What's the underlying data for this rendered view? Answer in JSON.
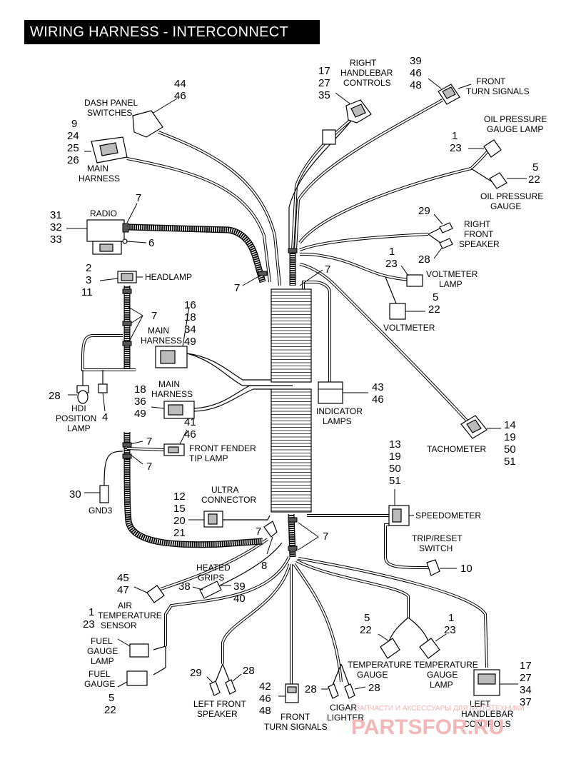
{
  "title": "WIRING HARNESS - INTERCONNECT",
  "labels": {
    "dash_panel_switches": [
      "DASH PANEL",
      "SWITCHES"
    ],
    "main_harness_top": [
      "MAIN",
      "HARNESS"
    ],
    "radio": "RADIO",
    "headlamp": "HEADLAMP",
    "main_harness_mid": [
      "MAIN",
      "HARNESS"
    ],
    "main_harness_low": [
      "MAIN",
      "HARNESS"
    ],
    "hdi_position_lamp": [
      "HDI",
      "POSITION",
      "LAMP"
    ],
    "front_fender_tip_lamp": [
      "FRONT FENDER",
      "TIP LAMP"
    ],
    "gnd3": "GND3",
    "ultra_connector": [
      "ULTRA",
      "CONNECTOR"
    ],
    "heated_grips": [
      "HEATED",
      "GRIPS"
    ],
    "air_temp_sensor": [
      "AIR",
      "TEMPERATURE",
      "SENSOR"
    ],
    "fuel_gauge_lamp": [
      "FUEL",
      "GAUGE",
      "LAMP"
    ],
    "fuel_gauge": [
      "FUEL",
      "GAUGE"
    ],
    "left_front_speaker": [
      "LEFT FRONT",
      "SPEAKER"
    ],
    "front_turn_signals_bottom": [
      "FRONT",
      "TURN SIGNALS"
    ],
    "cigar_lighter": [
      "CIGAR",
      "LIGHTER"
    ],
    "temperature_gauge": [
      "TEMPERATURE",
      "GAUGE"
    ],
    "temperature_gauge_lamp": [
      "TEMPERATURE",
      "GAUGE",
      "LAMP"
    ],
    "left_handlebar_controls": [
      "LEFT",
      "HANDLEBAR",
      "CONTROLS"
    ],
    "right_handlebar_controls": [
      "RIGHT",
      "HANDLEBAR",
      "CONTROLS"
    ],
    "front_turn_signals_top": [
      "FRONT",
      "TURN SIGNALS"
    ],
    "oil_pressure_gauge_lamp": [
      "OIL PRESSURE",
      "GAUGE LAMP"
    ],
    "oil_pressure_gauge": [
      "OIL PRESSURE",
      "GAUGE"
    ],
    "right_front_speaker": [
      "RIGHT",
      "FRONT",
      "SPEAKER"
    ],
    "voltmeter_lamp": [
      "VOLTMETER",
      "LAMP"
    ],
    "voltmeter": "VOLTMETER",
    "indicator_lamps": [
      "INDICATOR",
      "LAMPS"
    ],
    "tachometer": "TACHOMETER",
    "speedometer": "SPEEDOMETER",
    "trip_reset_switch": [
      "TRIP/RESET",
      "SWITCH"
    ]
  },
  "callouts": {
    "dash_panel": [
      "44",
      "46"
    ],
    "main_harness_top": [
      "9",
      "24",
      "25",
      "26"
    ],
    "radio": [
      "31",
      "32",
      "33"
    ],
    "radio_tie": "7",
    "radio_screw": "6",
    "headlamp": [
      "2",
      "3",
      "11"
    ],
    "headlamp_ties": "7",
    "main_harness_mid": [
      "16",
      "18",
      "34",
      "49"
    ],
    "main_harness_low": [
      "18",
      "36",
      "49"
    ],
    "hdi_lamp": "28",
    "hdi_socket": "4",
    "fender_lamp": [
      "41",
      "46"
    ],
    "fender_tie_upper": "7",
    "fender_tie_lower": "7",
    "gnd3": "30",
    "ultra_connector": [
      "12",
      "15",
      "20",
      "21"
    ],
    "ultra_tie": "7",
    "ultra_clip": "8",
    "heated_grips_left": "38",
    "heated_grips_right": [
      "39",
      "40"
    ],
    "air_temp": [
      "45",
      "47"
    ],
    "fuel_gauge_lamp": [
      "1",
      "23"
    ],
    "fuel_gauge": [
      "5",
      "22"
    ],
    "left_speaker_a": "29",
    "left_speaker_b": "28",
    "turn_signals_bottom": [
      "42",
      "46",
      "48"
    ],
    "cigar_a": "28",
    "cigar_b": "28",
    "temp_gauge": [
      "5",
      "22"
    ],
    "temp_gauge_lamp": [
      "1",
      "23"
    ],
    "left_handlebar": [
      "17",
      "27",
      "34",
      "37"
    ],
    "lower_ties": "7",
    "right_handlebar": [
      "17",
      "27",
      "35"
    ],
    "turn_signals_top": [
      "39",
      "46",
      "48"
    ],
    "oil_lamp": [
      "1",
      "23"
    ],
    "oil_gauge": [
      "5",
      "22"
    ],
    "right_speaker_a": "29",
    "right_speaker_b": "28",
    "voltmeter_lamp": [
      "1",
      "23"
    ],
    "voltmeter": [
      "5",
      "22"
    ],
    "upper_tie_left": "7",
    "upper_tie_right": "7",
    "indicator_lamps": [
      "43",
      "46"
    ],
    "tachometer": [
      "14",
      "19",
      "50",
      "51"
    ],
    "speedometer": [
      "13",
      "19",
      "50",
      "51"
    ],
    "trip_reset": "10"
  },
  "watermark": {
    "line1": "ЗАПЧАСТИ И АКСЕССУАРЫ ДЛЯ МОТОТЕХНИКИ",
    "line2": "PARTSFOR.RU"
  }
}
